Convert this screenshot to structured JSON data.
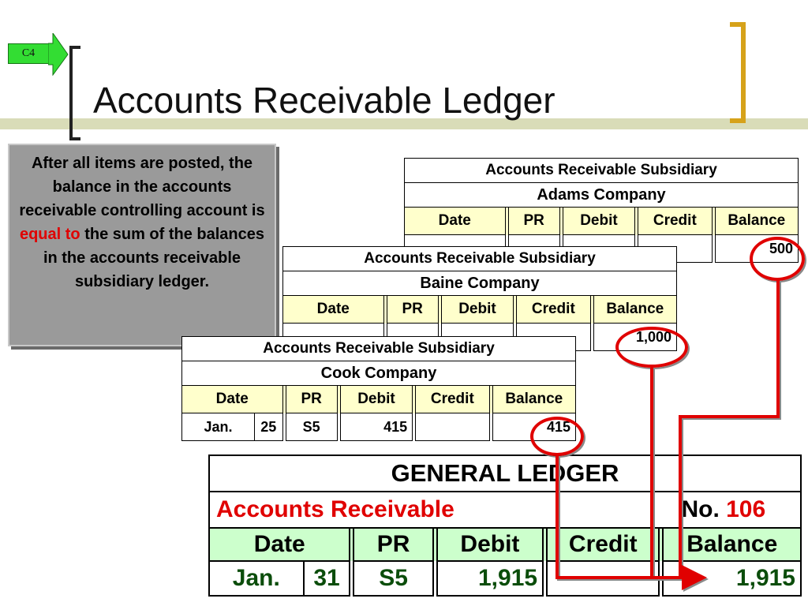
{
  "slide": {
    "title": "Accounts Receivable Ledger",
    "badge": "C4"
  },
  "note": {
    "text_before": "After all items are posted, the balance in the accounts receivable controlling account is",
    "highlight": "equal to",
    "text_after": "the sum of the balances in the accounts receivable subsidiary ledger."
  },
  "subsidiary_headers": [
    "Date",
    "PR",
    "Debit",
    "Credit",
    "Balance"
  ],
  "subsidiaries": [
    {
      "title": "Accounts Receivable Subsidiary",
      "name": "Adams Company",
      "balance": "500"
    },
    {
      "title": "Accounts Receivable Subsidiary",
      "name": "Baine Company",
      "balance": "1,000"
    },
    {
      "title": "Accounts Receivable Subsidiary",
      "name": "Cook Company",
      "row": {
        "month": "Jan.",
        "day": "25",
        "pr": "S5",
        "debit": "415",
        "credit": "",
        "balance": "415"
      }
    }
  ],
  "general_ledger": {
    "title": "GENERAL LEDGER",
    "account": "Accounts Receivable",
    "no_label": "No.",
    "no_value": "106",
    "headers": [
      "Date",
      "PR",
      "Debit",
      "Credit",
      "Balance"
    ],
    "row": {
      "month": "Jan.",
      "day": "31",
      "pr": "S5",
      "debit": "1,915",
      "credit": "",
      "balance": "1,915"
    }
  },
  "colors": {
    "accent_red": "#e00000",
    "gl_header": "#ccffcc",
    "sub_header": "#ffffcc",
    "note_bg": "#9a9a9a",
    "bracket_gold": "#d6a21a"
  }
}
